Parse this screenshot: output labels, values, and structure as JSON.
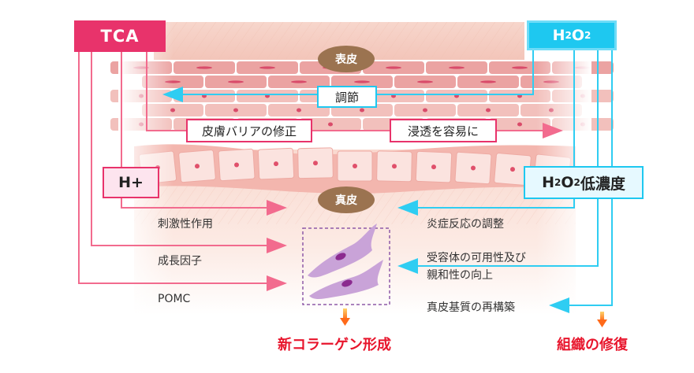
{
  "sources": {
    "tca": "TCA",
    "h2o2_base": "H",
    "h2o2_sub1": "2",
    "h2o2_mid": "O",
    "h2o2_sub2": "2"
  },
  "layers": {
    "epidermis": "表皮",
    "dermis": "真皮"
  },
  "regulation": "調節",
  "barrier_repair": "皮膚バリアの修正",
  "easy_penetration": "浸透を容易に",
  "h_plus": "H+",
  "h2o2_low_suffix": "低濃度",
  "tca_effects": [
    "刺激性作用",
    "成長因子",
    "POMC"
  ],
  "h2o2_effects": [
    "炎症反応の調整",
    "受容体の可用性及び",
    "親和性の向上",
    "真皮基質の再構築"
  ],
  "outcomes": {
    "collagen": "新コラーゲン形成",
    "tissue_repair": "組織の修復"
  },
  "colors": {
    "tca": "#e8336b",
    "h2o2": "#1ec8f0",
    "outcome": "#e8152c",
    "oval": "#9b7350"
  }
}
